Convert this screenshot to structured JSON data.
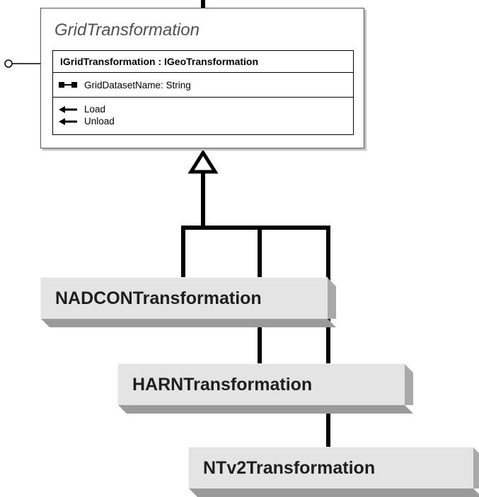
{
  "abstract_class": {
    "name": "GridTransformation",
    "interface": {
      "title": "IGridTransformation : IGeoTransformation",
      "properties": [
        {
          "icon": "property-icon",
          "label": "GridDatasetName: String"
        }
      ],
      "methods": [
        {
          "icon": "method-icon",
          "label": "Load"
        },
        {
          "icon": "method-icon",
          "label": "Unload"
        }
      ]
    }
  },
  "subclasses": [
    {
      "name": "NADCONTransformation"
    },
    {
      "name": "HARNTransformation"
    },
    {
      "name": "NTv2Transformation"
    }
  ],
  "colors": {
    "line": "#000000",
    "class_fill": "#e4e4e4",
    "class_text": "#1e1e1e"
  }
}
